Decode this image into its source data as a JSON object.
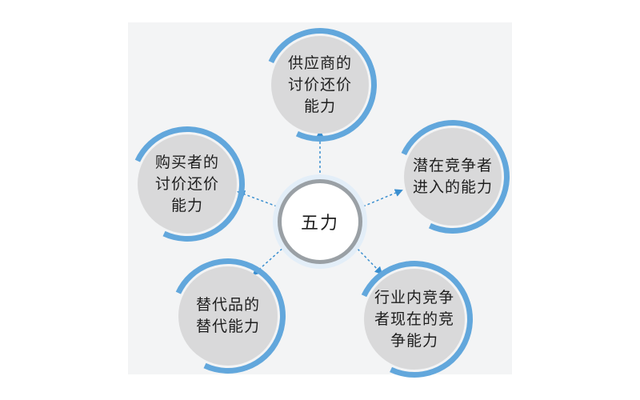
{
  "diagram": {
    "center": {
      "label": "五力"
    },
    "nodes": [
      {
        "key": "supplier",
        "label": "供应商的\n讨价还价\n能力"
      },
      {
        "key": "buyer",
        "label": "购买者的\n讨价还价\n能力"
      },
      {
        "key": "entrant",
        "label": "潜在竞争者\n进入的能力"
      },
      {
        "key": "substitute",
        "label": "替代品的\n替代能力"
      },
      {
        "key": "rivalry",
        "label": "行业内竞争\n者现在的竞\n争能力"
      }
    ]
  },
  "colors": {
    "accent_blue": "#62a7dc",
    "node_fill": "#d9d9da",
    "center_border": "#9aa0a5",
    "arrow": "#3a8fd0"
  }
}
